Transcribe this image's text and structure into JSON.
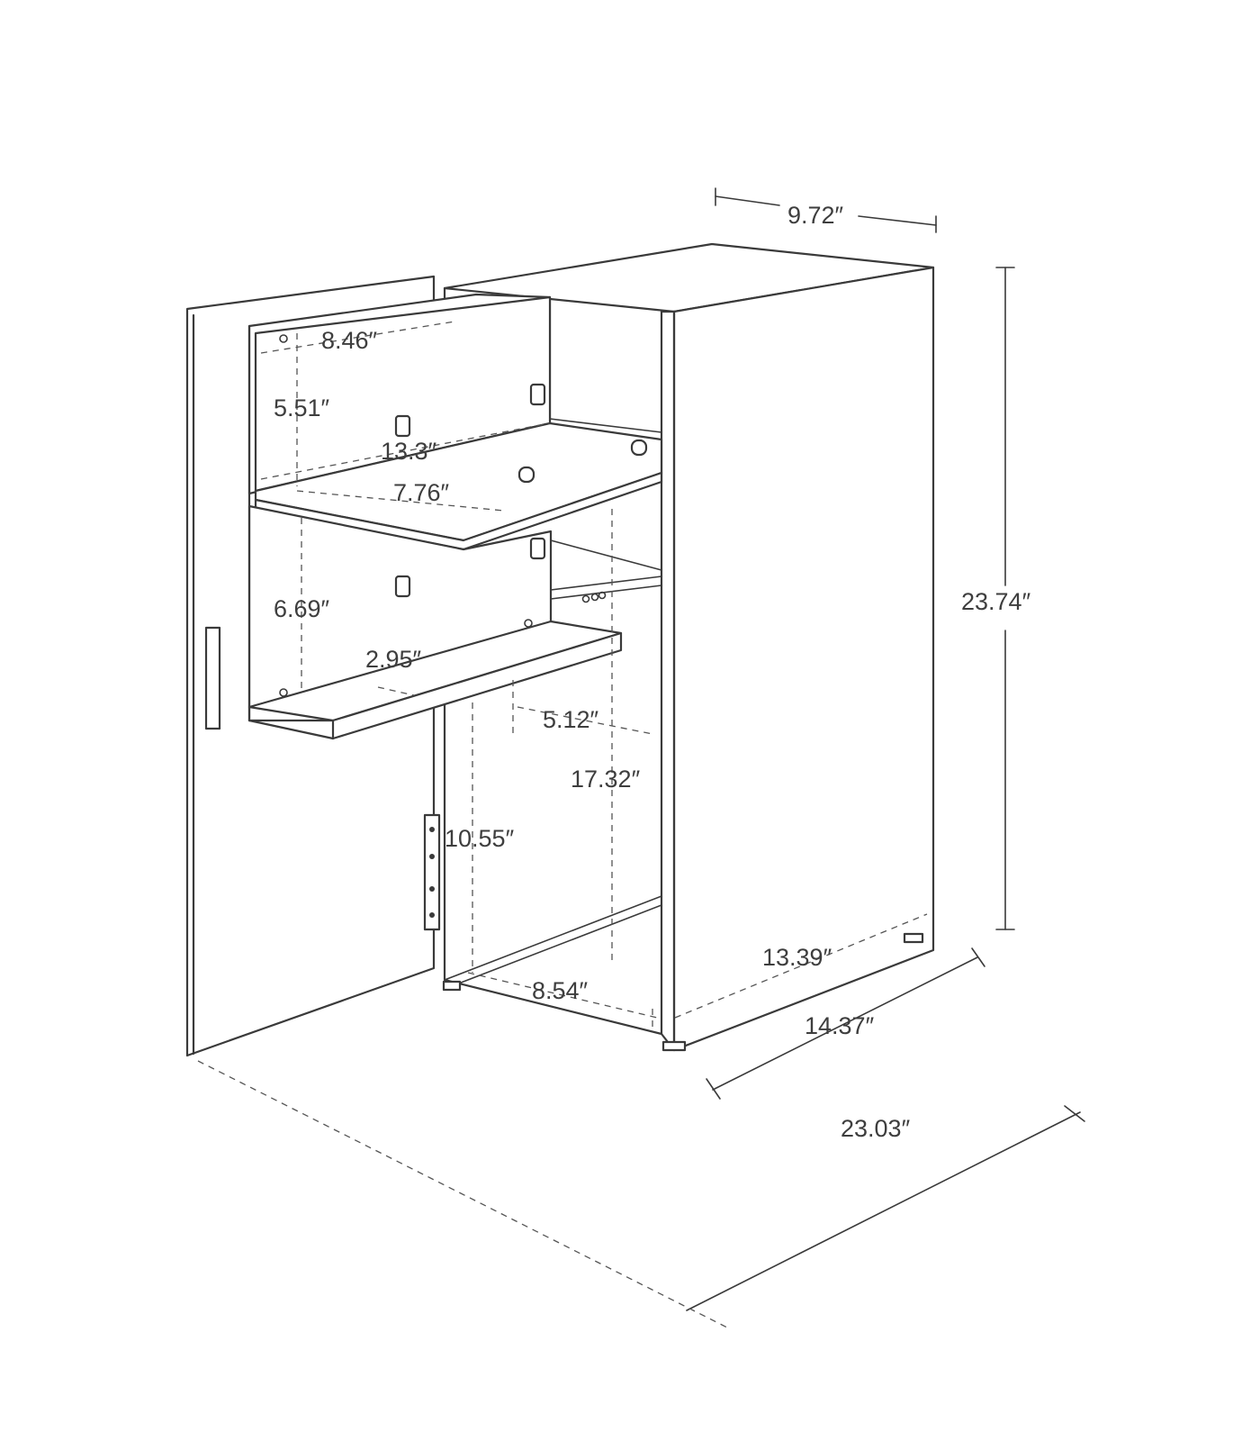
{
  "colors": {
    "line": "#3a3a3a",
    "background": "#ffffff"
  },
  "labels": {
    "top_width": "9.72″",
    "height_total": "23.74″",
    "shelf_top_width": "8.46″",
    "shelf_top_height": "5.51″",
    "shelf_top_depth": "13.3″",
    "shelf_mid_depth": "7.76″",
    "shelf_low_height": "6.69″",
    "shelf_low_lip": "2.95″",
    "lower_depth_offset": "5.12″",
    "inner_height": "17.32″",
    "lower_opening_height": "10.55″",
    "bottom_inner_width": "8.54″",
    "inner_depth": "13.39″",
    "outer_depth": "14.37″",
    "depth_door_open": "23.03″"
  }
}
